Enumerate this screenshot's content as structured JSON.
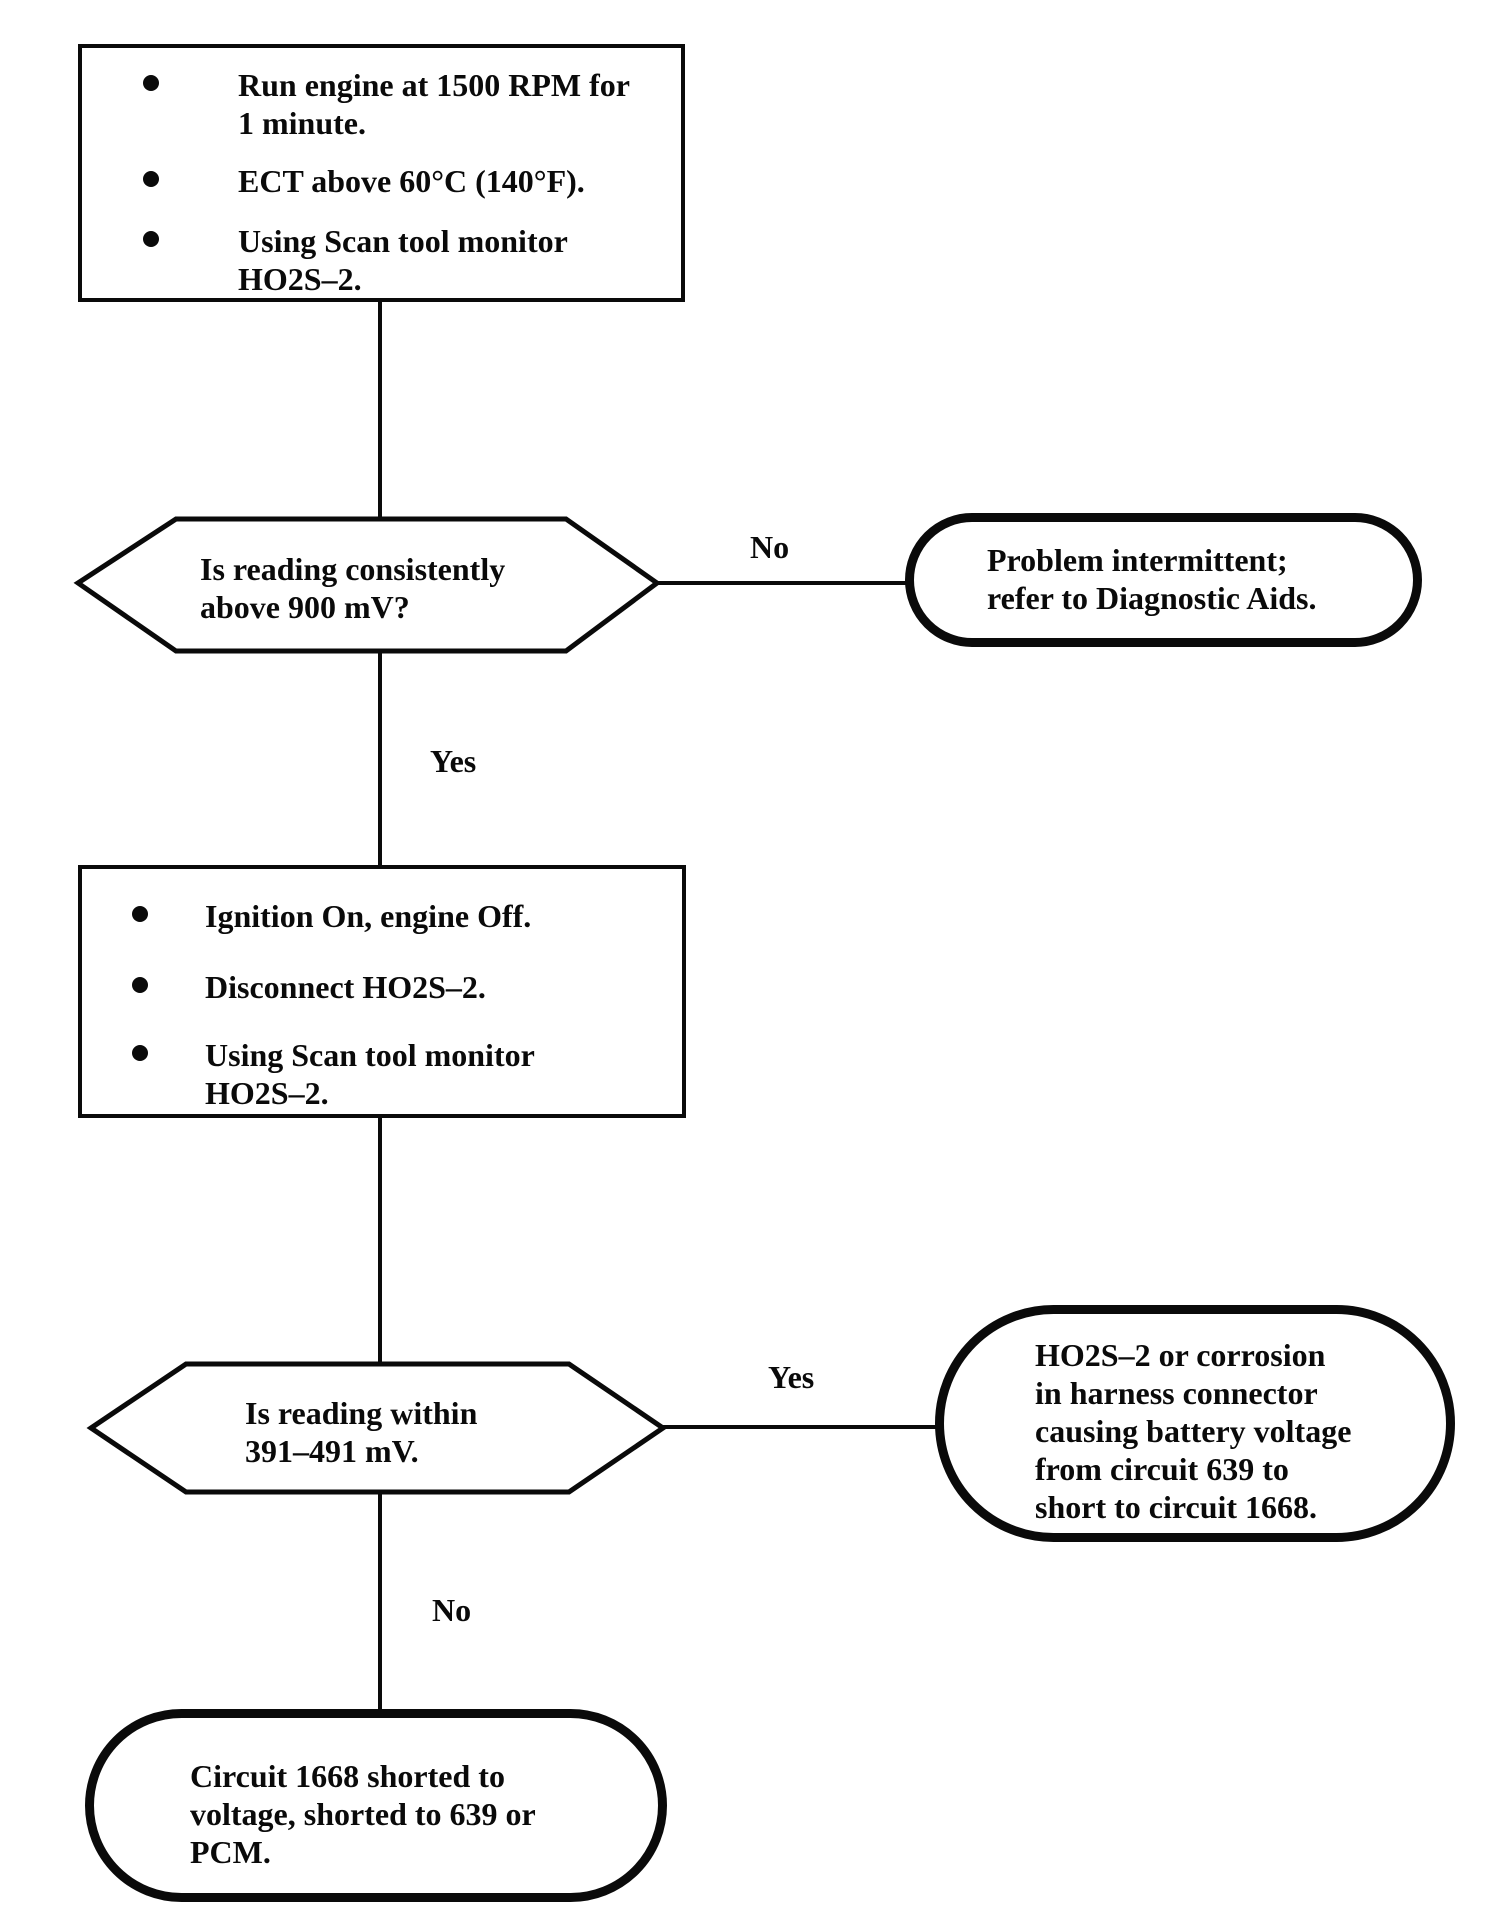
{
  "nodes": {
    "start_box": {
      "items": [
        [
          "Run engine at 1500 RPM for",
          "1 minute."
        ],
        [
          "ECT above 60°C (140°F)."
        ],
        [
          "Using Scan tool monitor",
          "HO2S–2."
        ]
      ]
    },
    "decision1": {
      "lines": [
        "Is reading consistently",
        "above 900 mV?"
      ]
    },
    "intermittent": {
      "lines": [
        "Problem intermittent;",
        "refer to Diagnostic Aids."
      ]
    },
    "action_box": {
      "items": [
        [
          "Ignition On, engine Off."
        ],
        [
          "Disconnect HO2S–2."
        ],
        [
          "Using Scan tool monitor",
          "HO2S–2."
        ]
      ]
    },
    "decision2": {
      "lines": [
        "Is reading within",
        "391–491 mV."
      ]
    },
    "voltage_short": {
      "lines": [
        "HO2S–2 or corrosion",
        "in harness connector",
        "causing battery voltage",
        "from circuit 639 to",
        "short to circuit 1668."
      ]
    },
    "circuit_short": {
      "lines": [
        "Circuit 1668 shorted to",
        "voltage, shorted to 639 or",
        "PCM."
      ]
    }
  },
  "edges": {
    "decision1_no": "No",
    "decision1_yes": "Yes",
    "decision2_yes": "Yes",
    "decision2_no": "No"
  },
  "colors": {
    "ink": "#0a0a0a",
    "paper": "#ffffff"
  }
}
